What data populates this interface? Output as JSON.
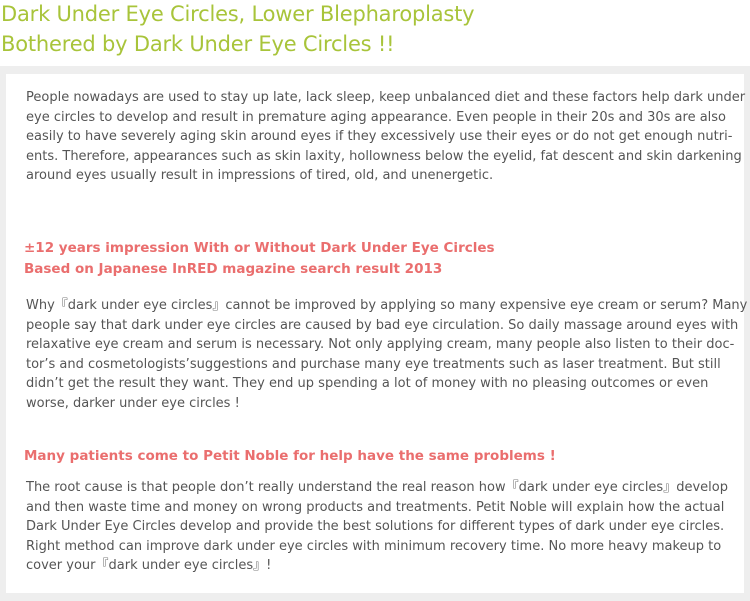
{
  "header": {
    "title_line1": "Dark Under Eye Circles, Lower Blepharoplasty",
    "title_line2": "Bothered by Dark Under Eye Circles !!"
  },
  "intro": {
    "lines": [
      "People nowadays are used to stay up late, lack sleep, keep unbalanced diet and these factors help dark under",
      "eye circles to develop and result in premature aging appearance. Even people in their 20s and 30s are also",
      "easily to have severely aging skin around eyes if they excessively use their eyes or do not get enough nutri-",
      "ents. Therefore, appearances such as skin laxity, hollowness below the eyelid, fat descent and skin darkening",
      "around eyes usually result in impressions of tired, old, and unenergetic."
    ]
  },
  "section1": {
    "heading_line1": "±12 years impression With or Without Dark Under Eye Circles",
    "heading_line2": "Based on Japanese InRED magazine search result 2013",
    "lines": [
      "Why『dark under eye circles』cannot be improved by applying so many expensive eye cream or serum? Many",
      "people say that dark under eye circles are caused by bad eye circulation. So daily massage around eyes with",
      "relaxative eye cream and serum is necessary. Not only applying cream, many people also listen to their doc-",
      "tor’s and cosmetologists’suggestions and purchase many eye treatments such as laser treatment. But still",
      "didn’t get the result they want. They end up spending a lot of money with no pleasing outcomes or even",
      "worse, darker under eye circles !"
    ]
  },
  "section2": {
    "heading": "Many patients come to Petit Noble for help have the same problems !",
    "lines": [
      "The root cause is that people don’t really understand the real reason how『dark under eye circles』develop",
      "and then waste time and money on wrong products and treatments. Petit Noble will explain how the actual",
      "Dark Under Eye Circles develop and provide the best solutions for different types of dark under eye circles.",
      "Right method can improve dark under eye circles with minimum recovery time. No more heavy makeup to",
      "cover your『dark under eye circles』!"
    ]
  },
  "colors": {
    "title": "#a8c43a",
    "heading": "#ea6e6e",
    "body_text": "#555555",
    "frame": "#eeeeee"
  }
}
